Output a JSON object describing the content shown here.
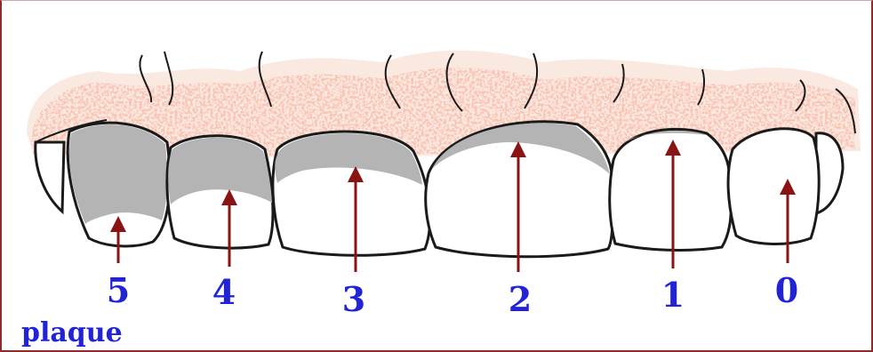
{
  "diagram": {
    "legend_label": "plaque",
    "teeth": [
      {
        "label": "5",
        "plaque_fraction": 0.85
      },
      {
        "label": "4",
        "plaque_fraction": 0.55
      },
      {
        "label": "3",
        "plaque_fraction": 0.3
      },
      {
        "label": "2",
        "plaque_fraction": 0.18
      },
      {
        "label": "1",
        "plaque_fraction": 0.05
      },
      {
        "label": "0",
        "plaque_fraction": 0.0
      }
    ],
    "colors": {
      "plaque": "#b4b4b4",
      "gum": "#f2a28a",
      "outline": "#1a1a1a",
      "arrow": "#8a1414",
      "label": "#2323d6"
    }
  }
}
